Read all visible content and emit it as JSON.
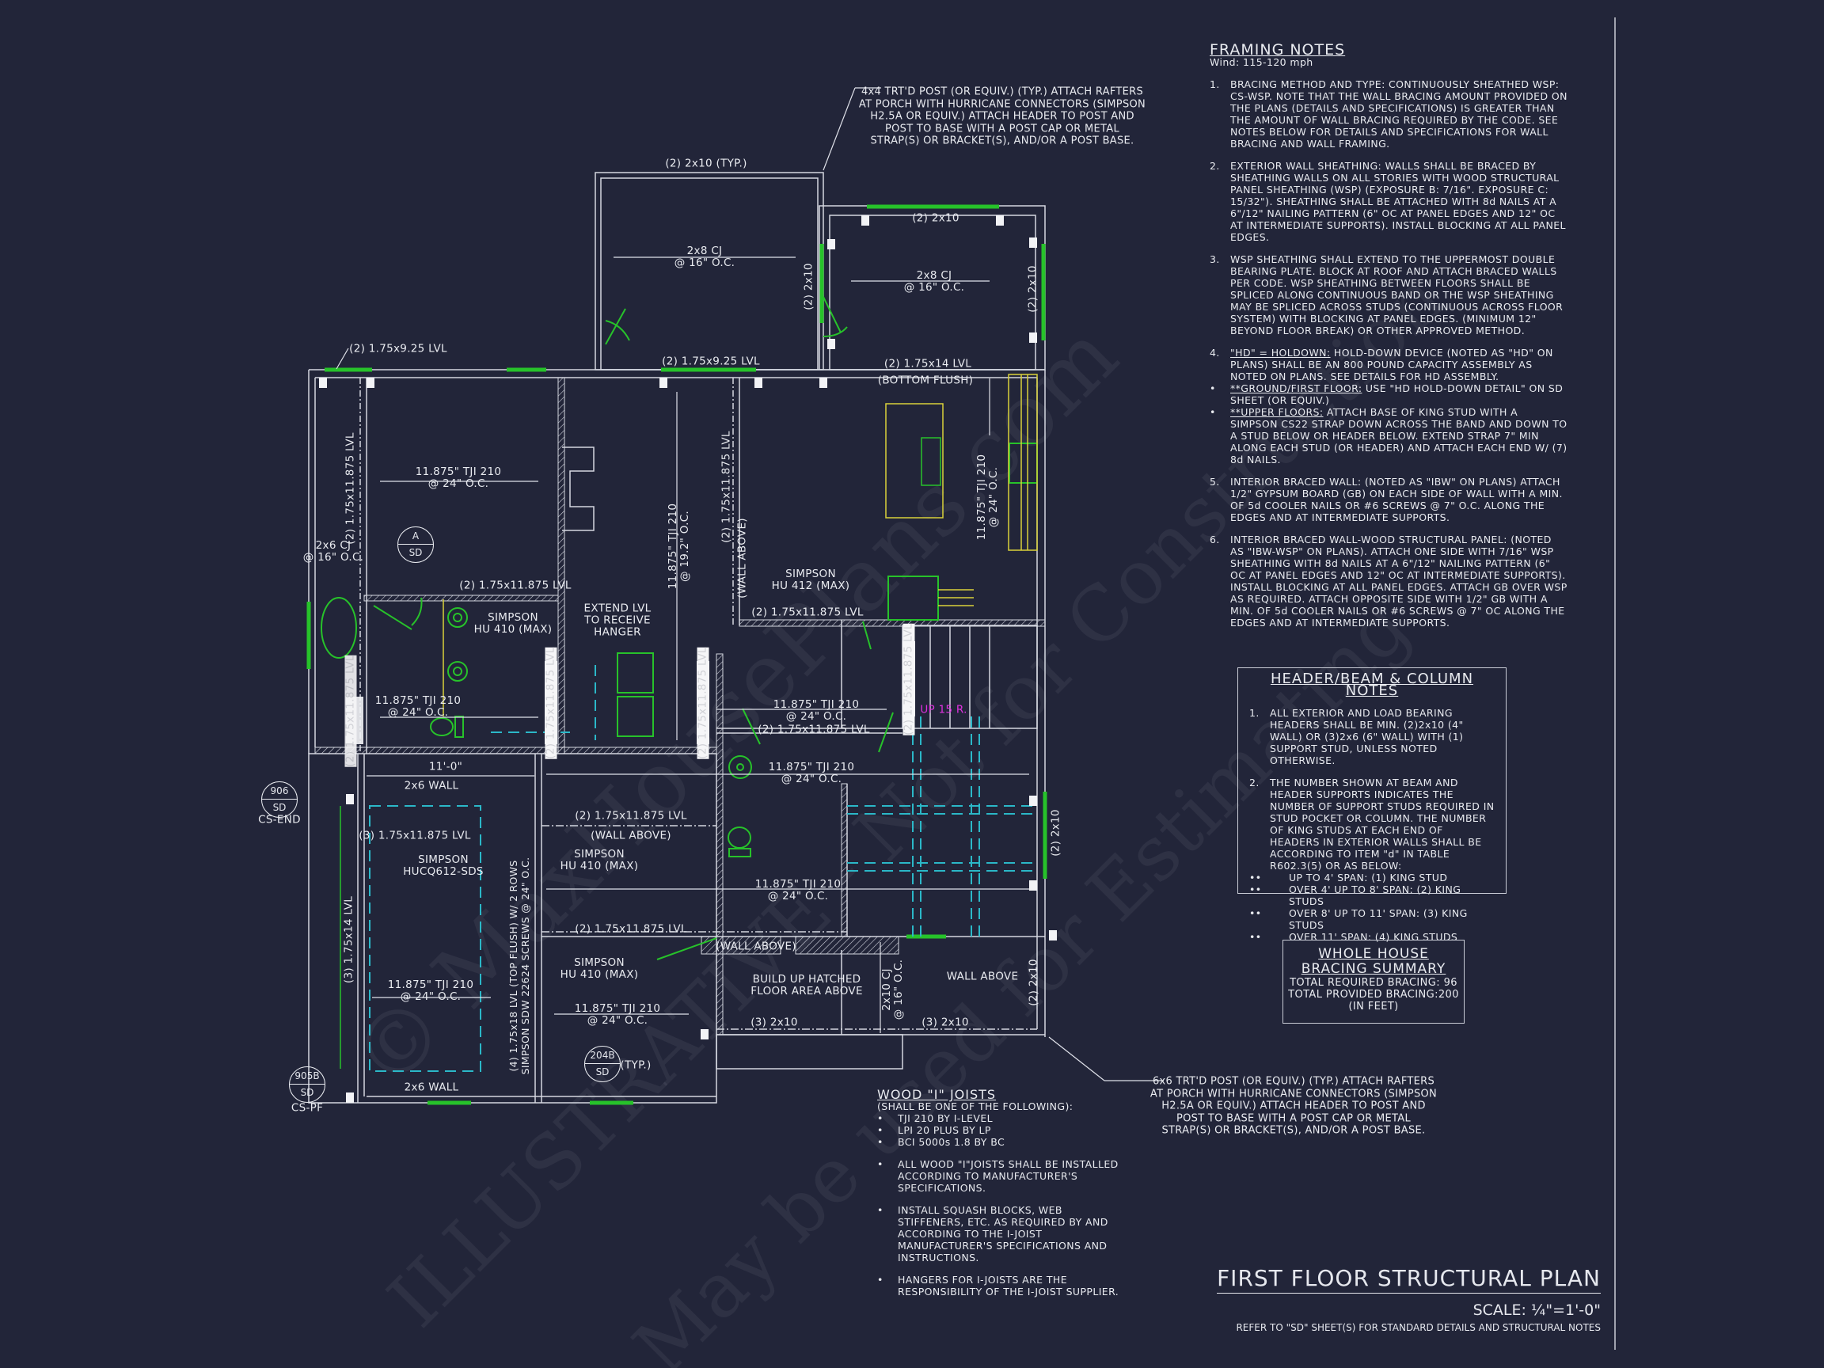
{
  "sheet": {
    "title": "FIRST FLOOR STRUCTURAL PLAN",
    "scale": "SCALE: ¼\"=1'-0\"",
    "refer": "REFER TO \"SD\" SHEET(S) FOR STANDARD DETAILS AND STRUCTURAL NOTES",
    "watermarks": [
      "© MaxHousePlans.com",
      "ILLUSTRATIVE - Not for Construction",
      "May be used for Estimating"
    ],
    "colors": {
      "background": "#222539",
      "lines": "#d8dbe4",
      "openings": "#27c22a",
      "cabinets": "#d9d23a",
      "dashed": "#2bb8c8",
      "stairs_text": "#e032e0"
    }
  },
  "framing_notes": {
    "title": "FRAMING NOTES",
    "wind": "Wind: 115-120 mph",
    "items": [
      {
        "num": "1.",
        "text": "BRACING METHOD AND TYPE: CONTINUOUSLY SHEATHED WSP: CS-WSP. NOTE THAT THE WALL BRACING AMOUNT PROVIDED ON THE PLANS (DETAILS AND SPECIFICATIONS) IS GREATER THAN THE AMOUNT OF WALL BRACING REQUIRED BY THE CODE. SEE NOTES BELOW FOR DETAILS AND SPECIFICATIONS FOR WALL BRACING AND WALL FRAMING."
      },
      {
        "num": "2.",
        "text": "EXTERIOR WALL SHEATHING: WALLS SHALL BE BRACED BY SHEATHING WALLS ON ALL STORIES WITH WOOD STRUCTURAL PANEL SHEATHING (WSP) (EXPOSURE B: 7/16\". EXPOSURE C: 15/32\"). SHEATHING SHALL BE ATTACHED WITH 8d NAILS AT A 6\"/12\" NAILING PATTERN (6\" OC AT PANEL EDGES AND 12\" OC AT INTERMEDIATE SUPPORTS). INSTALL BLOCKING AT ALL PANEL EDGES."
      },
      {
        "num": "3.",
        "text": "WSP SHEATHING SHALL EXTEND TO THE UPPERMOST DOUBLE BEARING PLATE. BLOCK AT ROOF AND ATTACH BRACED WALLS PER CODE. WSP SHEATHING BETWEEN FLOORS SHALL BE SPLICED ALONG CONTINUOUS BAND OR THE WSP SHEATHING MAY BE SPLICED ACROSS STUDS (CONTINUOUS ACROSS FLOOR SYSTEM) WITH BLOCKING AT PANEL EDGES. (MINIMUM 12\" BEYOND FLOOR BREAK) OR OTHER APPROVED METHOD."
      },
      {
        "num": "4.",
        "lead": "\"HD\" = HOLDOWN:",
        "text": " HOLD-DOWN DEVICE (NOTED AS \"HD\" ON PLANS) SHALL BE AN 800 POUND CAPACITY ASSEMBLY AS NOTED ON PLANS. SEE DETAILS FOR HD ASSEMBLY."
      },
      {
        "num": "•",
        "lead": "**GROUND/FIRST FLOOR:",
        "text": "  USE \"HD HOLD-DOWN DETAIL\" ON SD SHEET (OR EQUIV.)"
      },
      {
        "num": "•",
        "lead": "**UPPER FLOORS:",
        "text": " ATTACH BASE OF KING STUD WITH A SIMPSON CS22 STRAP DOWN ACROSS THE BAND AND DOWN TO A STUD BELOW OR HEADER BELOW.  EXTEND STRAP 7\" MIN ALONG EACH STUD (OR HEADER) AND ATTACH EACH END W/ (7) 8d NAILS."
      },
      {
        "num": "5.",
        "text": "INTERIOR BRACED WALL: (NOTED AS \"IBW\" ON PLANS) ATTACH 1/2\" GYPSUM BOARD (GB) ON EACH SIDE OF WALL WITH A MIN. OF 5d COOLER NAILS OR #6 SCREWS @ 7\" O.C. ALONG THE EDGES AND AT INTERMEDIATE SUPPORTS."
      },
      {
        "num": "6.",
        "text": "INTERIOR BRACED WALL-WOOD STRUCTURAL PANEL: (NOTED AS \"IBW-WSP\" ON PLANS). ATTACH ONE SIDE WITH 7/16\" WSP SHEATHING WITH 8d NAILS AT A 6\"/12\" NAILING PATTERN (6\" OC AT PANEL EDGES AND 12\" OC AT INTERMEDIATE SUPPORTS). INSTALL BLOCKING AT ALL PANEL EDGES. ATTACH GB OVER WSP AS REQUIRED. ATTACH OPPOSITE SIDE WITH 1/2\" GB WITH A MIN. OF 5d COOLER NAILS OR #6 SCREWS @ 7\" OC ALONG THE EDGES AND AT INTERMEDIATE SUPPORTS."
      }
    ]
  },
  "header_notes": {
    "title": "HEADER/BEAM & COLUMN NOTES",
    "items": [
      {
        "num": "1.",
        "text": "ALL EXTERIOR AND LOAD BEARING HEADERS SHALL BE MIN. (2)2x10 (4\" WALL) OR (3)2x6 (6\" WALL) WITH (1) SUPPORT STUD, UNLESS NOTED OTHERWISE."
      },
      {
        "num": "2.",
        "text": "THE NUMBER SHOWN AT BEAM AND HEADER SUPPORTS INDICATES THE NUMBER OF SUPPORT STUDS REQUIRED IN STUD POCKET OR COLUMN. THE NUMBER OF KING STUDS AT EACH END OF HEADERS IN EXTERIOR WALLS SHALL BE ACCORDING TO ITEM \"d\" IN TABLE R602.3(5) OR AS BELOW:"
      }
    ],
    "bullets": [
      "UP TO 4' SPAN: (1) KING STUD",
      "OVER 4' UP TO 8' SPAN: (2) KING STUDS",
      "OVER 8' UP TO 11' SPAN: (3) KING STUDS",
      "OVER 11' SPAN: (4) KING STUDS"
    ],
    "bullet_mark": "••"
  },
  "bracing_summary": {
    "title_1": "WHOLE HOUSE",
    "title_2": "BRACING SUMMARY",
    "required": "TOTAL REQUIRED BRACING: 96",
    "provided": "TOTAL PROVIDED BRACING:200",
    "units": "(IN FEET)"
  },
  "wood_joists": {
    "title": "WOOD \"I\" JOISTS",
    "subtitle": "(SHALL BE ONE OF THE FOLLOWING):",
    "products": [
      "TJI 210 BY I-LEVEL",
      "LPI 20 PLUS BY LP",
      "BCI 5000s 1.8 BY BC"
    ],
    "notes": [
      "ALL WOOD \"I\"JOISTS SHALL BE INSTALLED ACCORDING TO MANUFACTURER'S SPECIFICATIONS.",
      "INSTALL SQUASH BLOCKS, WEB STIFFENERS, ETC. AS REQUIRED BY AND ACCORDING TO THE I-JOIST MANUFACTURER'S SPECIFICATIONS AND INSTRUCTIONS.",
      "HANGERS FOR I-JOISTS ARE THE RESPONSIBILITY OF THE I-JOIST SUPPLIER."
    ],
    "bullet": "•"
  },
  "callouts": {
    "post_4x4": "4x4 TRT'D POST (OR EQUIV.) (TYP.) ATTACH RAFTERS\nAT PORCH WITH HURRICANE CONNECTORS (SIMPSON\nH2.5A OR EQUIV.) ATTACH HEADER TO POST AND\nPOST TO BASE WITH A POST CAP OR METAL\nSTRAP(S) OR BRACKET(S), AND/OR A POST BASE.",
    "post_6x6": "6x6 TRT'D POST (OR EQUIV.) (TYP.) ATTACH RAFTERS\nAT PORCH WITH HURRICANE CONNECTORS (SIMPSON\nH2.5A OR EQUIV.) ATTACH HEADER TO POST AND\nPOST TO BASE WITH A POST CAP OR METAL\nSTRAP(S) OR BRACKET(S), AND/OR A POST BASE."
  },
  "plan": {
    "labels": [
      "(2) 2x10 (TYP.)",
      "(2) 2x10",
      "2x8 CJ\n@ 16\" O.C.",
      "2x8 CJ\n@ 16\" O.C.",
      "(2) 2x10",
      "(2) 2x10",
      "(2) 1.75x9.25 LVL",
      "(2) 1.75x9.25 LVL",
      "(2) 1.75x14 LVL",
      "(BOTTOM FLUSH)",
      "11.875\" TJI 210\n@ 24\" O.C.",
      "(2) 1.75x11.875 LVL",
      "2x6 CJ\n@ 16\" O.C.",
      "11.875\" TJI 210\n@ 19.2\" O.C.",
      "(2) 1.75x11.875 LVL",
      "(WALL ABOVE)",
      "(2) 1.75x11.875 LVL",
      "SIMPSON\nHU 410 (MAX)",
      "EXTEND LVL\nTO RECEIVE\nHANGER",
      "SIMPSON\nHU 412 (MAX)",
      "(2) 1.75x11.875 LVL",
      "11.875\" TJI 210\n@ 24\" O.C.",
      "11.875\" TJI 210\n@ 24\" O.C.",
      "11.875\" TJI 210\n@ 24\" O.C.",
      "(2) 1.75x11.875 LVL",
      "UP 15 R.",
      "11.875\" TJI 210\n@ 24\" O.C.",
      "11'-0\"",
      "2x6 WALL",
      "(3) 1.75x11.875 LVL",
      "(2) 1.75x11.875 LVL",
      "(WALL ABOVE)",
      "SIMPSON\nHUCQ612-SDS",
      "SIMPSON\nHU 410 (MAX)",
      "11.875\" TJI 210\n@ 24\" O.C.",
      "(2) 2x10",
      "(3) 1.75x14 LVL",
      "(4) 1.75x18 LVL (TOP FLUSH) W/ 2 ROWS\nSIMPSON SDW 22624 SCREWS @ 24\" O.C.",
      "(2) 1.75x11.875 LVL",
      "SIMPSON\nHU 410 (MAX)",
      "(WALL ABOVE)",
      "BUILD UP HATCHED\nFLOOR AREA ABOVE",
      "2x10 CJ\n@ 16\" O.C.",
      "WALL ABOVE",
      "(2) 2x10",
      "(3) 2x10",
      "(3) 2x10",
      "11.875\" TJI 210\n@ 24\" O.C.",
      "11.875\" TJI 210\n@ 24\" O.C.",
      "(TYP.)",
      "2x6 WALL",
      "CS-END",
      "CS-PF",
      "(2) 1.75x11.875 LVL",
      "(2) 1.75x11.875 LVL",
      "(2) 1.75x11.875 LVL",
      "(2) 1.75x11.875 LVL"
    ],
    "details": [
      {
        "top": "A",
        "bottom": "SD"
      },
      {
        "top": "906",
        "bottom": "SD"
      },
      {
        "top": "204B",
        "bottom": "SD"
      },
      {
        "top": "905B",
        "bottom": "SD"
      }
    ]
  }
}
